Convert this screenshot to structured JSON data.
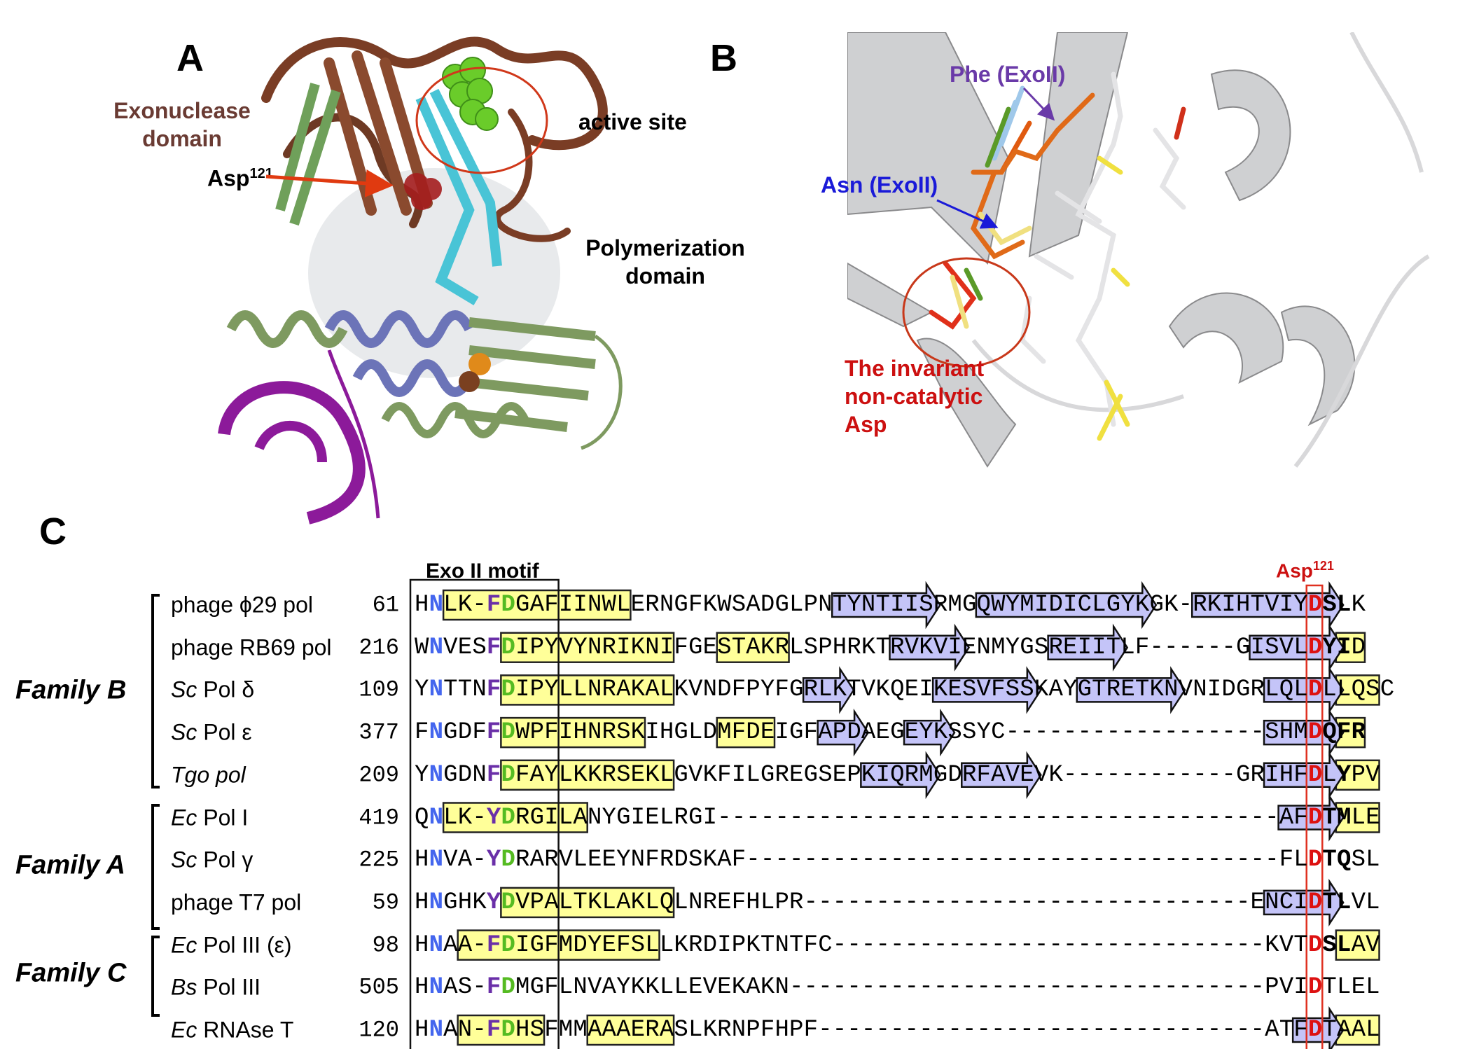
{
  "panel_a": {
    "label": "A",
    "exonuclease_label": [
      "Exonuclease",
      "domain"
    ],
    "asp_label": "Asp",
    "asp_superscript": "121",
    "active_site_label": "active site",
    "polymerization_label": [
      "Polymerization",
      "domain"
    ]
  },
  "panel_b": {
    "label": "B",
    "phe_label": "Phe (ExoII)",
    "asn_label": "Asn (ExoII)",
    "asp_label": [
      "The invariant",
      "non-catalytic",
      "Asp"
    ]
  },
  "panel_c": {
    "label": "C",
    "motif_label": "Exo II motif",
    "asp_label": "Asp",
    "asp_superscript": "121",
    "families": [
      "Family B",
      "Family A",
      "Family C"
    ],
    "colors": {
      "helix": "#ffff99",
      "strand": "#c4c4f8",
      "asn": "#4466ee",
      "phe_tyr": "#6a2fa8",
      "asp_motif": "#55bb22",
      "asp121": "#dd1111",
      "asp_column_box": "#e03020"
    },
    "rows": [
      {
        "italic": "",
        "name": "phage ϕ29 pol",
        "start": "61",
        "seq": "HNLK-FDGAFIINWLERNGFKWSADGLPNTYNTIISRMGQWYMIDICLGYKGK-RKIHTVIYDSLK",
        "helices": [
          [
            2,
            14
          ]
        ],
        "strands": [
          [
            29,
            35
          ],
          [
            39,
            50
          ],
          [
            54,
            63
          ]
        ],
        "bold": [
          [
            63,
            64
          ]
        ]
      },
      {
        "italic": "",
        "name": "phage RB69 pol",
        "start": "216",
        "seq": "WNVESFDIPYVYNRIKNIFGESTAKRLSPHRKTRVKVIENMYGSREIITLF------GISVLDYID",
        "helices": [
          [
            6,
            17
          ],
          [
            21,
            25
          ],
          [
            64,
            65
          ]
        ],
        "strands": [
          [
            33,
            37
          ],
          [
            44,
            48
          ],
          [
            58,
            63
          ]
        ],
        "bold": [
          [
            63,
            64
          ]
        ]
      },
      {
        "italic": "Sc",
        "name": " Pol δ",
        "start": "109",
        "seq": "YNTTNFDIPYLLNRAKALKVNDFPYFGRLKTVKQEIKESVFSSKAYGTRETKNVNIDGRLQLDLLQSC",
        "helices": [
          [
            6,
            17
          ],
          [
            64,
            66
          ]
        ],
        "strands": [
          [
            27,
            29
          ],
          [
            36,
            42
          ],
          [
            46,
            52
          ],
          [
            59,
            63
          ]
        ],
        "bold": []
      },
      {
        "italic": "Sc",
        "name": " Pol ε",
        "start": "377",
        "seq": "FNGDFFDWPFIHNRSKIHGLDMFDEIGFAPDAEGEYKSSYC------------------SHMDQFR",
        "helices": [
          [
            6,
            15
          ],
          [
            21,
            24
          ],
          [
            64,
            65
          ]
        ],
        "strands": [
          [
            28,
            30
          ],
          [
            34,
            36
          ],
          [
            59,
            63
          ]
        ],
        "bold": [
          [
            63,
            65
          ]
        ]
      },
      {
        "italic": "Tgo pol",
        "name": "",
        "start": "209",
        "seq": "YNGDNFDFAYLKKRSEKLGVKFILGREGSEPKIQRMGDRFAVEVK------------GRIHFDLYPV",
        "helices": [
          [
            6,
            17
          ],
          [
            64,
            66
          ]
        ],
        "strands": [
          [
            31,
            35
          ],
          [
            38,
            42
          ],
          [
            59,
            63
          ]
        ],
        "bold": [
          [
            64,
            64
          ]
        ]
      },
      {
        "italic": "Ec",
        "name": " Pol I",
        "start": "419",
        "seq": "QNLK-YDRGILANYGIELRGI---------------------------------------AFDTMLE",
        "helices": [
          [
            2,
            11
          ],
          [
            64,
            66
          ]
        ],
        "strands": [
          [
            60,
            63
          ]
        ],
        "bold": [
          [
            63,
            64
          ]
        ]
      },
      {
        "italic": "Sc",
        "name": " Pol γ",
        "start": "225",
        "seq": "HNVA-YDRARVLEEYNFRDSKAF-------------------------------------FLDTQSL",
        "helices": [],
        "strands": [],
        "bold": [
          [
            63,
            64
          ]
        ]
      },
      {
        "italic": "",
        "name": "phage T7 pol",
        "start": "59",
        "seq": "HNGHKYDVPALTKLAKLQLNREFHLPR-------------------------------ENCIDTLVL",
        "helices": [
          [
            6,
            17
          ]
        ],
        "strands": [
          [
            59,
            63
          ]
        ],
        "bold": [
          [
            63,
            64
          ]
        ]
      },
      {
        "italic": "Ec",
        "name": " Pol III (ε)",
        "start": "98",
        "seq": "HNAA-FDIGFMDYEFSLLKRDIPKTNTFC------------------------------KVTDSLAV",
        "helices": [
          [
            3,
            16
          ],
          [
            64,
            66
          ]
        ],
        "strands": [],
        "bold": [
          [
            63,
            64
          ]
        ]
      },
      {
        "italic": "Bs",
        "name": " Pol III",
        "start": "505",
        "seq": "HNAS-FDMGFLNVAYKKLLEVEKAKN---------------------------------PVIDTLEL",
        "helices": [],
        "strands": [],
        "bold": []
      },
      {
        "italic": "Ec",
        "name": " RNAse T",
        "start": "120",
        "seq": "HNAN-FDHSFMMAAAERASLKRNPFHPF-------------------------------ATFDTAAL",
        "helices": [
          [
            3,
            8
          ],
          [
            12,
            17
          ],
          [
            64,
            66
          ]
        ],
        "strands": [
          [
            61,
            63
          ]
        ],
        "bold": []
      }
    ]
  }
}
